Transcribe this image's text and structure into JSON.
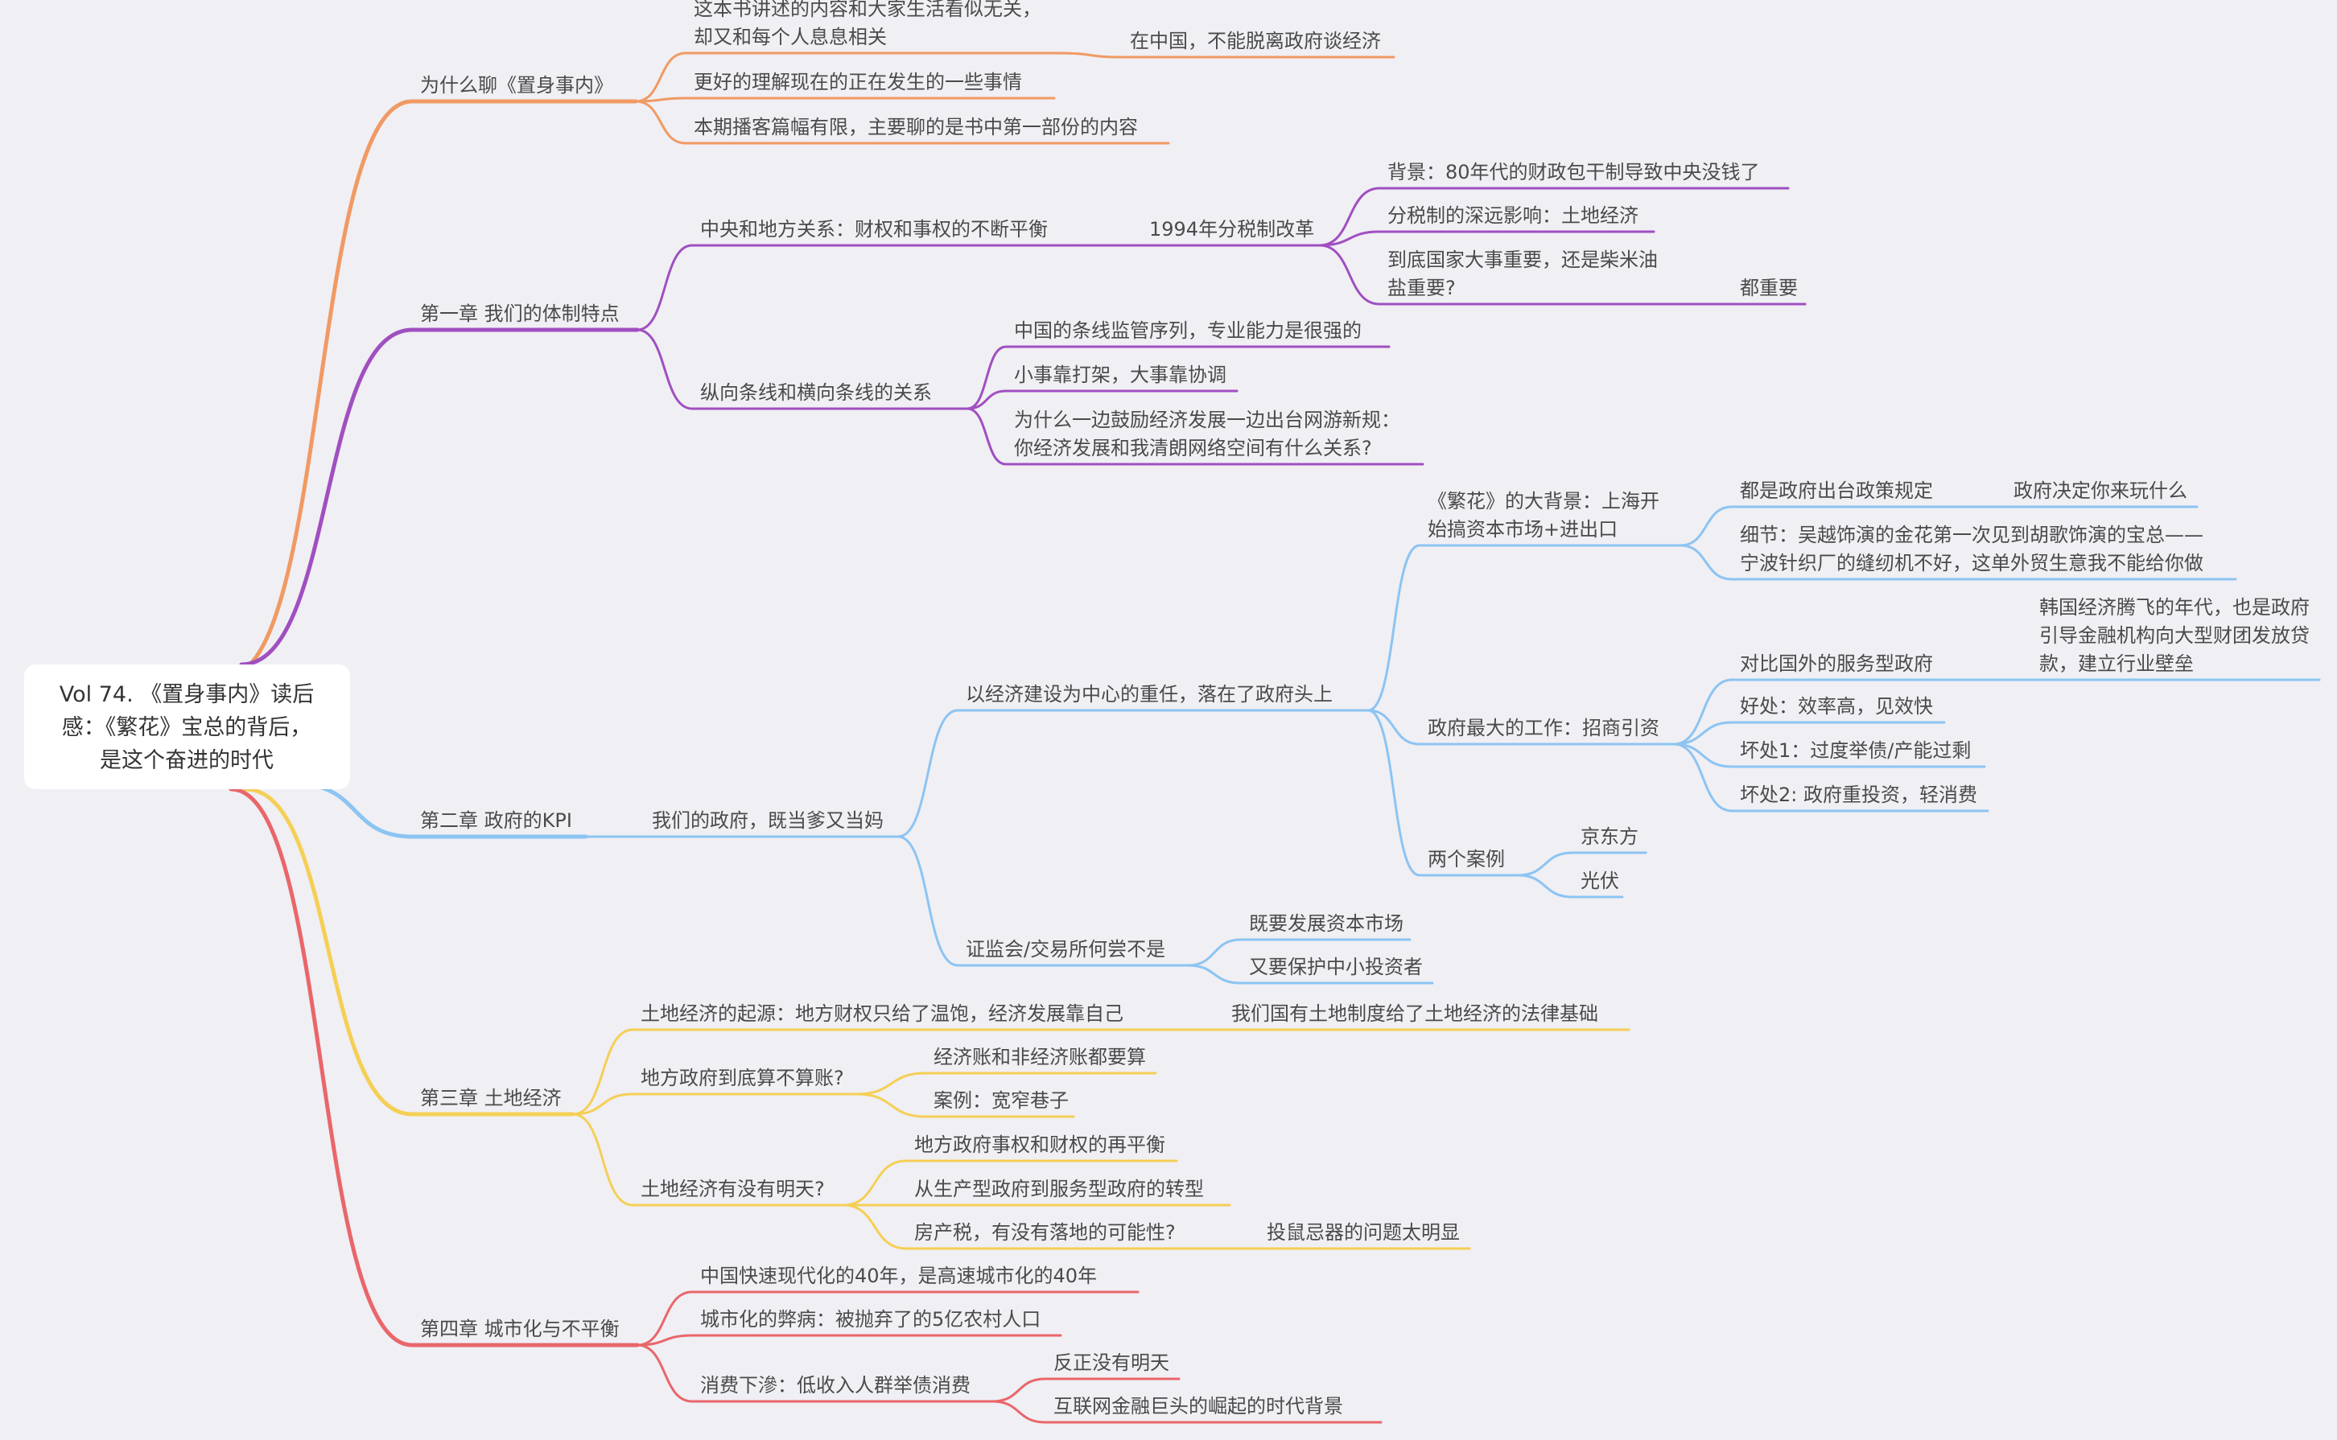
{
  "root": {
    "lines": [
      "Vol 74. 《置身事内》读后",
      "感：《繁花》宝总的背后，",
      "是这个奋进的时代"
    ]
  },
  "colors": {
    "orange": "#f09a63",
    "purple": "#a04fc0",
    "blue": "#8cc4f2",
    "yellow": "#f5cf55",
    "red": "#e9666a",
    "text": "#4a4a4a",
    "background": "#f0eff4"
  },
  "branches": [
    {
      "label": "为什么聊《置身事内》",
      "color": "orange",
      "children": [
        {
          "label": "这本书讲述的内容和大家生活看似无关，\n却又和每个人息息相关",
          "children": [
            {
              "label": "在中国，不能脱离政府谈经济"
            }
          ]
        },
        {
          "label": "更好的理解现在的正在发生的一些事情"
        },
        {
          "label": "本期播客篇幅有限，主要聊的是书中第一部份的内容"
        }
      ]
    },
    {
      "label": "第一章 我们的体制特点",
      "color": "purple",
      "children": [
        {
          "label": "中央和地方关系：财权和事权的不断平衡",
          "children": [
            {
              "label": "1994年分税制改革",
              "children": [
                {
                  "label": "背景：80年代的财政包干制导致中央没钱了"
                },
                {
                  "label": "分税制的深远影响：土地经济"
                },
                {
                  "label": "到底国家大事重要，还是柴米油\n盐重要?",
                  "children": [
                    {
                      "label": "都重要"
                    }
                  ]
                }
              ]
            }
          ]
        },
        {
          "label": "纵向条线和横向条线的关系",
          "children": [
            {
              "label": "中国的条线监管序列，专业能力是很强的"
            },
            {
              "label": "小事靠打架，大事靠协调"
            },
            {
              "label": "为什么一边鼓励经济发展一边出台网游新规：\n你经济发展和我清朗网络空间有什么关系?"
            }
          ]
        }
      ]
    },
    {
      "label": "第二章 政府的KPI",
      "color": "blue",
      "children": [
        {
          "label": "我们的政府，既当爹又当妈",
          "children": [
            {
              "label": "以经济建设为中心的重任，落在了政府头上",
              "children": [
                {
                  "label": "《繁花》的大背景：上海开\n始搞资本市场+进出口",
                  "children": [
                    {
                      "label": "都是政府出台政策规定",
                      "children": [
                        {
                          "label": "政府决定你来玩什么"
                        }
                      ]
                    },
                    {
                      "label": "细节：吴越饰演的金花第一次见到胡歌饰演的宝总——\n宁波针织厂的缝纫机不好，这单外贸生意我不能给你做"
                    }
                  ]
                },
                {
                  "label": "政府最大的工作：招商引资",
                  "children": [
                    {
                      "label": "对比国外的服务型政府",
                      "children": [
                        {
                          "label": "韩国经济腾飞的年代，也是政府\n引导金融机构向大型财团发放贷\n款，建立行业壁垒"
                        }
                      ]
                    },
                    {
                      "label": "好处：效率高，见效快"
                    },
                    {
                      "label": "坏处1：过度举债/产能过剩"
                    },
                    {
                      "label": "坏处2: 政府重投资，轻消费"
                    }
                  ]
                },
                {
                  "label": "两个案例",
                  "children": [
                    {
                      "label": "京东方"
                    },
                    {
                      "label": "光伏"
                    }
                  ]
                }
              ]
            },
            {
              "label": "证监会/交易所何尝不是",
              "children": [
                {
                  "label": "既要发展资本市场"
                },
                {
                  "label": "又要保护中小投资者"
                }
              ]
            }
          ]
        }
      ]
    },
    {
      "label": "第三章 土地经济",
      "color": "yellow",
      "children": [
        {
          "label": "土地经济的起源：地方财权只给了温饱，经济发展靠自己",
          "children": [
            {
              "label": "我们国有土地制度给了土地经济的法律基础"
            }
          ]
        },
        {
          "label": "地方政府到底算不算账?",
          "children": [
            {
              "label": "经济账和非经济账都要算"
            },
            {
              "label": "案例：宽窄巷子"
            }
          ]
        },
        {
          "label": "土地经济有没有明天?",
          "children": [
            {
              "label": "地方政府事权和财权的再平衡"
            },
            {
              "label": "从生产型政府到服务型政府的转型"
            },
            {
              "label": "房产税，有没有落地的可能性?",
              "children": [
                {
                  "label": "投鼠忌器的问题太明显"
                }
              ]
            }
          ]
        }
      ]
    },
    {
      "label": "第四章 城市化与不平衡",
      "color": "red",
      "children": [
        {
          "label": "中国快速现代化的40年，是高速城市化的40年"
        },
        {
          "label": "城市化的弊病：被抛弃了的5亿农村人口"
        },
        {
          "label": "消费下滲：低收入人群举债消费",
          "children": [
            {
              "label": "反正没有明天"
            },
            {
              "label": "互联网金融巨头的崛起的时代背景"
            }
          ]
        }
      ]
    }
  ]
}
